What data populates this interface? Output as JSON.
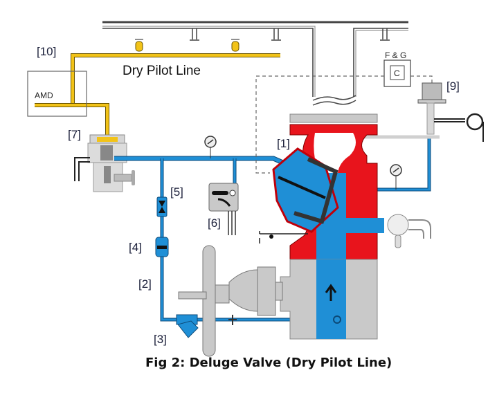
{
  "figure": {
    "caption": "Fig 2: Deluge Valve (Dry Pilot Line)",
    "pilot_line_label": "Dry Pilot Line",
    "amd_label": "AMD",
    "fg_label": "F & G",
    "fg_inner_label": "C",
    "callouts": {
      "c1": "[1]",
      "c2": "[2]",
      "c3": "[3]",
      "c4": "[4]",
      "c5": "[5]",
      "c6": "[6]",
      "c7": "[7]",
      "c9": "[9]",
      "c10": "[10]"
    },
    "colors": {
      "pilot_line": "#f2c318",
      "water": "#1f8fd6",
      "valve_body": "#e8141c",
      "steel": "#c9c9c9",
      "pipe_outline": "#333333"
    }
  }
}
